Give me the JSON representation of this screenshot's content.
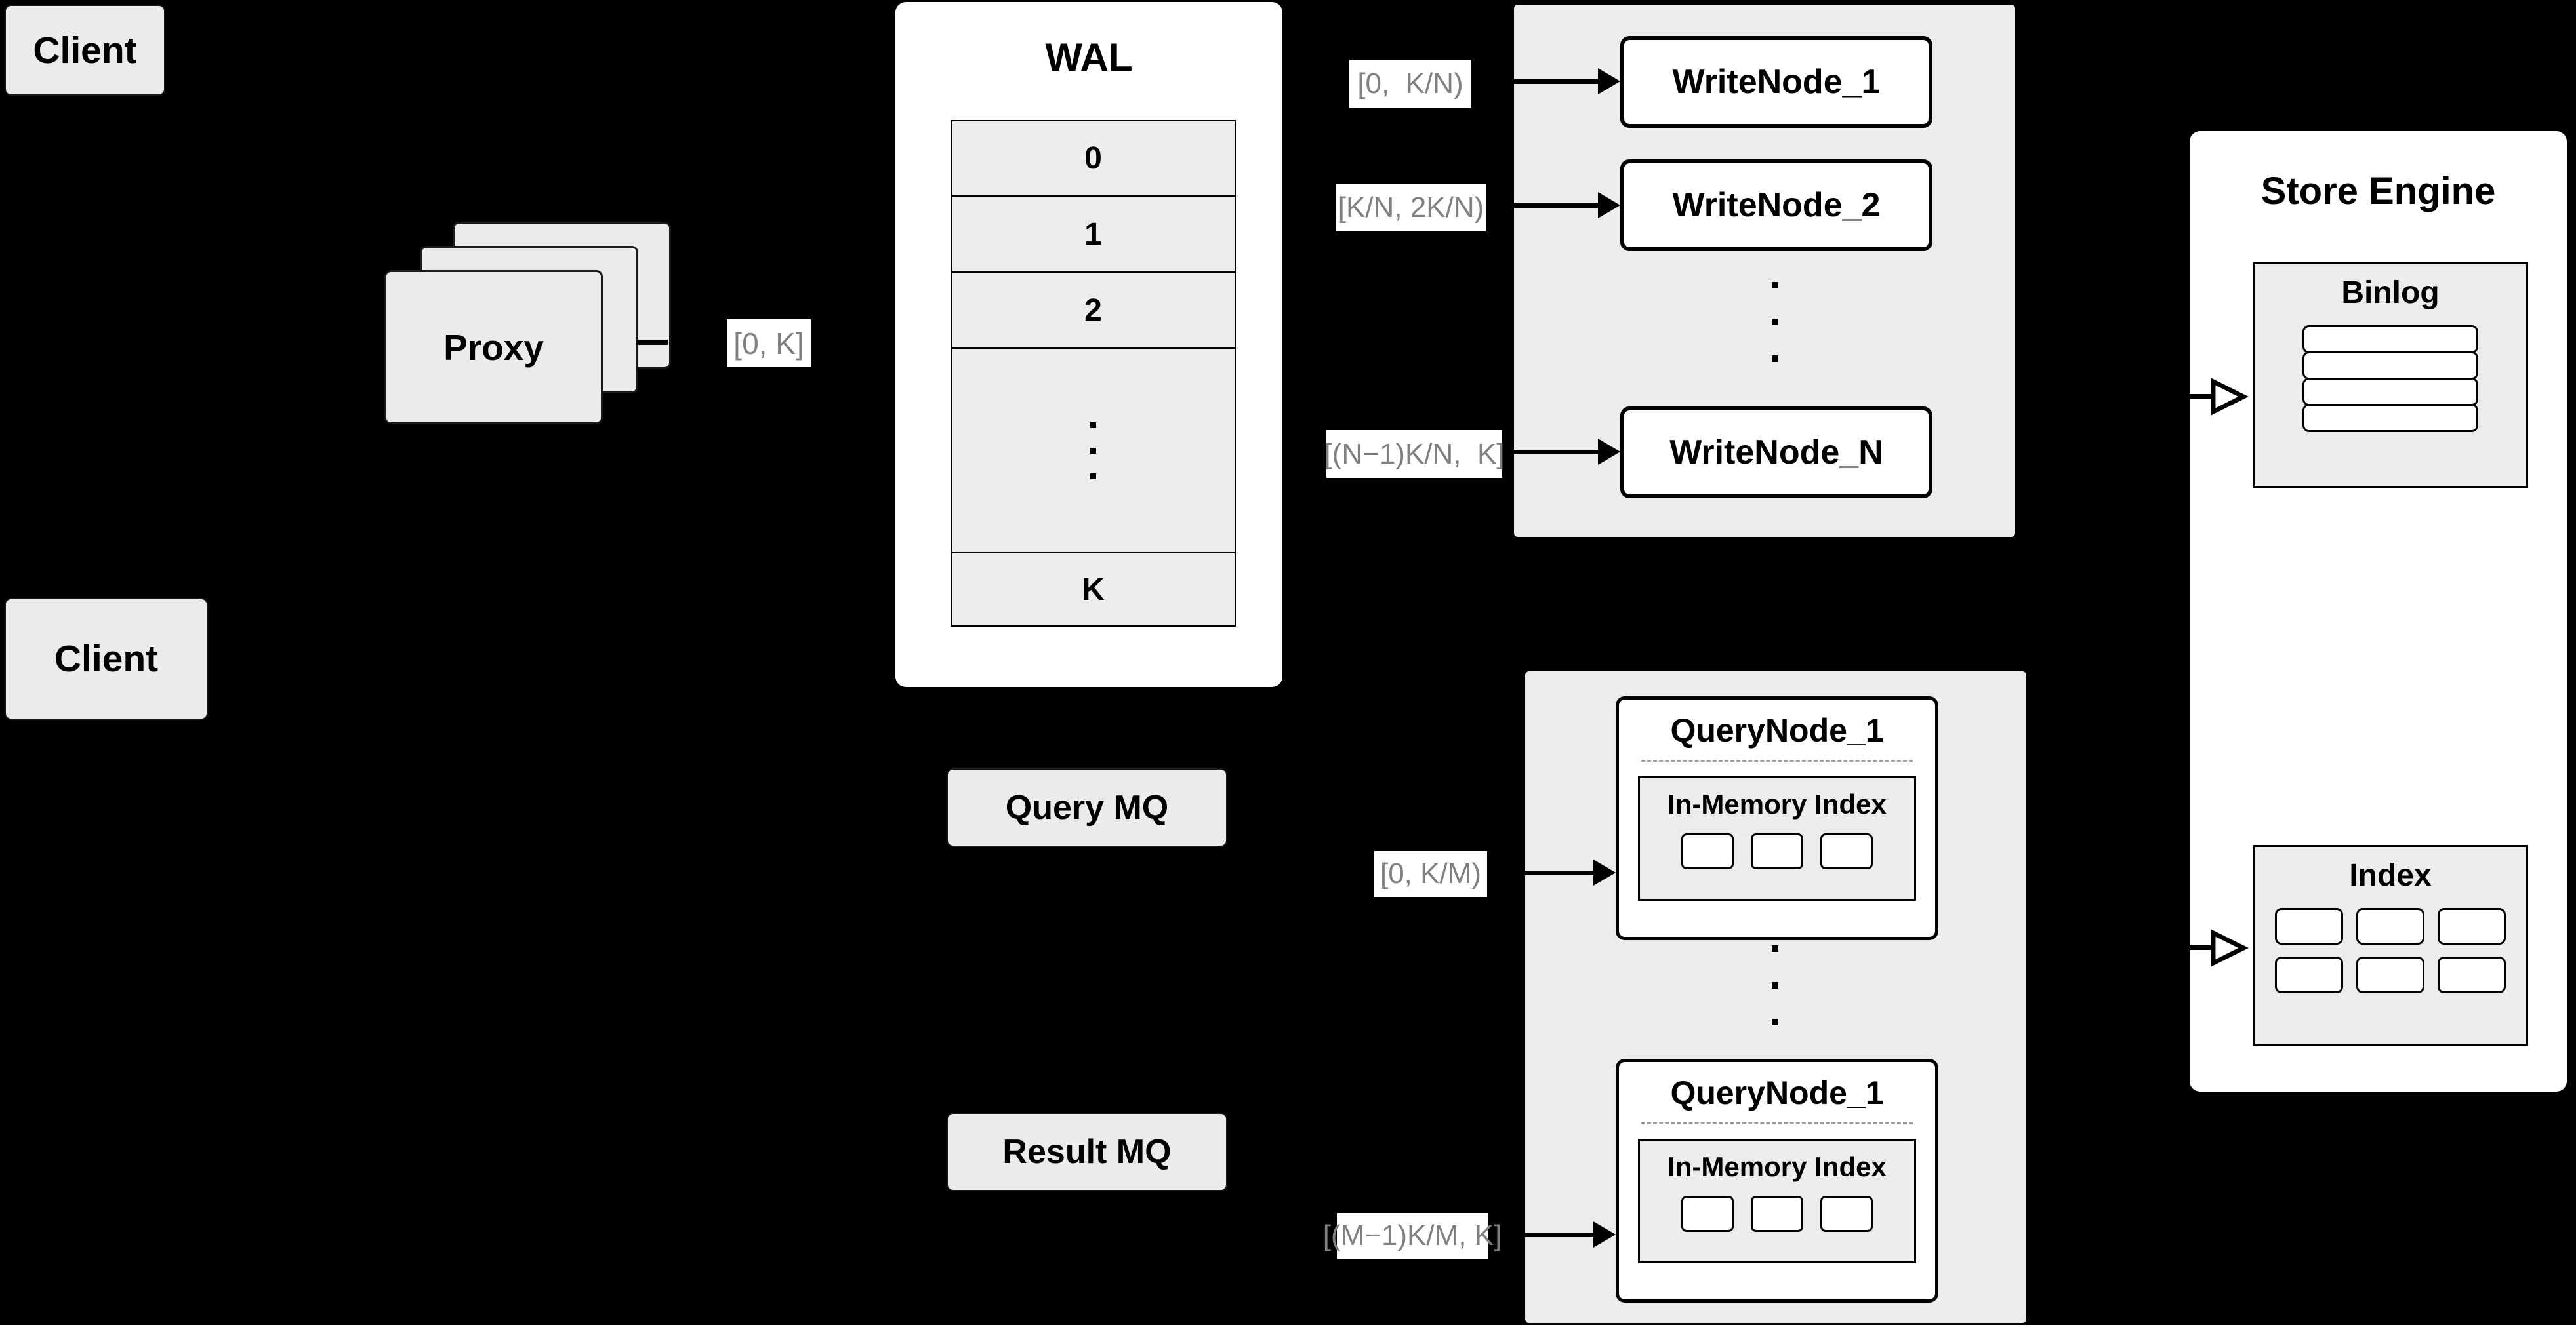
{
  "diagram": {
    "title": "Distributed Write/Query Architecture",
    "background_color": "#000000",
    "node_fill": "#ebebeb",
    "panel_fill": "#ffffff",
    "cluster_fill": "#ececec",
    "label_text_color": "#808080",
    "border_color": "#000000"
  },
  "clients": [
    {
      "label": "Client"
    },
    {
      "label": "Client"
    }
  ],
  "proxy": {
    "label": "Proxy",
    "stack_count": 3
  },
  "edge_labels": {
    "proxy_to_wal": "[0, K]",
    "write_node_1": "[0,  K/N)",
    "write_node_2": "[K/N, 2K/N)",
    "write_node_n": "[(N−1)K/N,  K]",
    "query_node_1": "[0, K/M)",
    "query_node_m": "[(M−1)K/M, K]"
  },
  "wal": {
    "title": "WAL",
    "rows": [
      "0",
      "1",
      "2"
    ],
    "ellipsis_dots": 3,
    "last_row": "K"
  },
  "message_queues": [
    {
      "label": "Query MQ"
    },
    {
      "label": "Result MQ"
    }
  ],
  "write_cluster": {
    "nodes": [
      {
        "label": "WriteNode_1"
      },
      {
        "label": "WriteNode_2"
      },
      {
        "label": "WriteNode_N"
      }
    ],
    "ellipsis_dots": 3
  },
  "query_cluster": {
    "nodes": [
      {
        "label": "QueryNode_1",
        "index": {
          "title": "In-Memory Index",
          "cell_count": 3
        }
      },
      {
        "label": "QueryNode_1",
        "index": {
          "title": "In-Memory Index",
          "cell_count": 3
        }
      }
    ],
    "ellipsis_dots": 3
  },
  "store_engine": {
    "title": "Store Engine",
    "binlog": {
      "title": "Binlog",
      "row_count": 4
    },
    "index": {
      "title": "Index",
      "cell_count": 6
    }
  }
}
